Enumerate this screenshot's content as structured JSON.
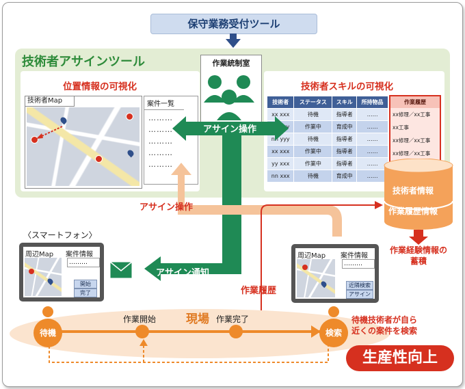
{
  "top_banner": "保守業務受付ツール",
  "tool_panel": {
    "title": "技術者アサインツール",
    "location_title": "位置情報の可視化",
    "skill_title": "技術者スキルの可視化",
    "map_label": "技術者Map",
    "case_list_label": "案件一覧",
    "case_list_dots": [
      "………",
      "………",
      "………",
      "………",
      "………"
    ]
  },
  "control_room": {
    "label": "作業統制室"
  },
  "assign_operation_main": "アサイン操作",
  "skill_table": {
    "headers": [
      "技術者",
      "ステータス",
      "スキル",
      "所持物品"
    ],
    "rows": [
      [
        "xx xxx",
        "待機",
        "指導者",
        "……"
      ],
      [
        "yy yyy",
        "作業中",
        "育成中",
        "……"
      ],
      [
        "nn yyy",
        "待機",
        "指導者",
        "……"
      ],
      [
        "xx xxx",
        "作業中",
        "指導者",
        "……"
      ],
      [
        "yy xxx",
        "作業中",
        "指導者",
        "……"
      ],
      [
        "nn xxx",
        "待機",
        "育成中",
        "……"
      ]
    ],
    "history_header": "作業履歴",
    "history_rows": [
      "xx修理／xx工事",
      "xx工事",
      "xx修理／xx工事",
      "xx修理／xx工事"
    ]
  },
  "database": {
    "label1": "技術者情報",
    "label2": "作業履歴情報"
  },
  "accumulate_label": [
    "作業経験情報の",
    "蓄積"
  ],
  "assign_operation_field": "アサイン操作",
  "smartphone_label": "〈スマートフォン〉",
  "phone_left": {
    "map_label": "周辺Map",
    "case_label": "案件情報",
    "dots": "………",
    "btn1": "開始",
    "btn2": "完了"
  },
  "phone_right": {
    "map_label": "周辺Map",
    "case_label": "案件情報",
    "dots": "………",
    "btn1": "近隣検索",
    "btn2": "アサイン"
  },
  "assign_notice": "アサイン通知",
  "work_history_label": "作業履歴",
  "field_label": "現場",
  "flow": {
    "wait": "待機",
    "start": "作業開始",
    "complete": "作業完了",
    "search": "検索"
  },
  "search_note": [
    "待機技術者が自ら",
    "近くの案件を検索"
  ],
  "productivity": "生産性向上",
  "colors": {
    "green": "#1f8a55",
    "orange": "#ef8b2c",
    "red": "#d6301f",
    "navy": "#2f4f8a"
  }
}
